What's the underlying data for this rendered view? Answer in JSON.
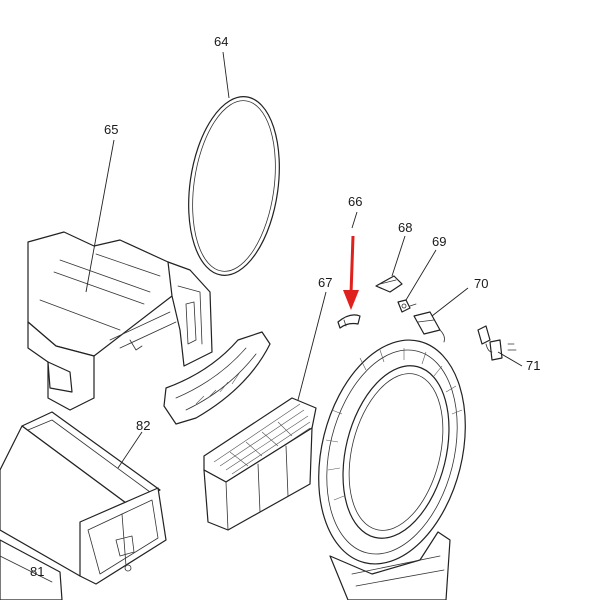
{
  "labels": {
    "p64": "64",
    "p65": "65",
    "p66": "66",
    "p67": "67",
    "p68": "68",
    "p69": "69",
    "p70": "70",
    "p71": "71",
    "p81": "81",
    "p82": "82"
  },
  "colors": {
    "line": "#222222",
    "background": "#ffffff",
    "highlight_arrow": "#e0201c"
  },
  "highlighted_part": "66"
}
